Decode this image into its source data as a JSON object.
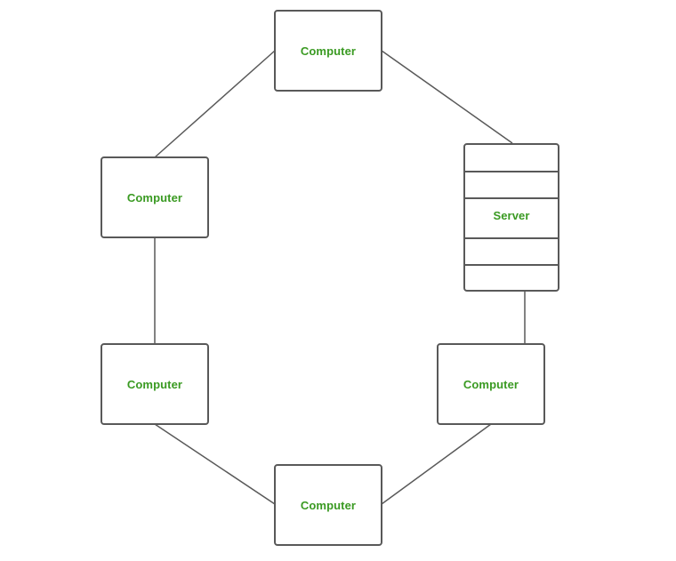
{
  "diagram": {
    "label_color": "#3a9a22",
    "line_color": "#595959",
    "nodes": {
      "top": {
        "label": "Computer"
      },
      "upper_left": {
        "label": "Computer"
      },
      "server": {
        "label": "Server"
      },
      "lower_left": {
        "label": "Computer"
      },
      "lower_right": {
        "label": "Computer"
      },
      "bottom": {
        "label": "Computer"
      }
    }
  }
}
